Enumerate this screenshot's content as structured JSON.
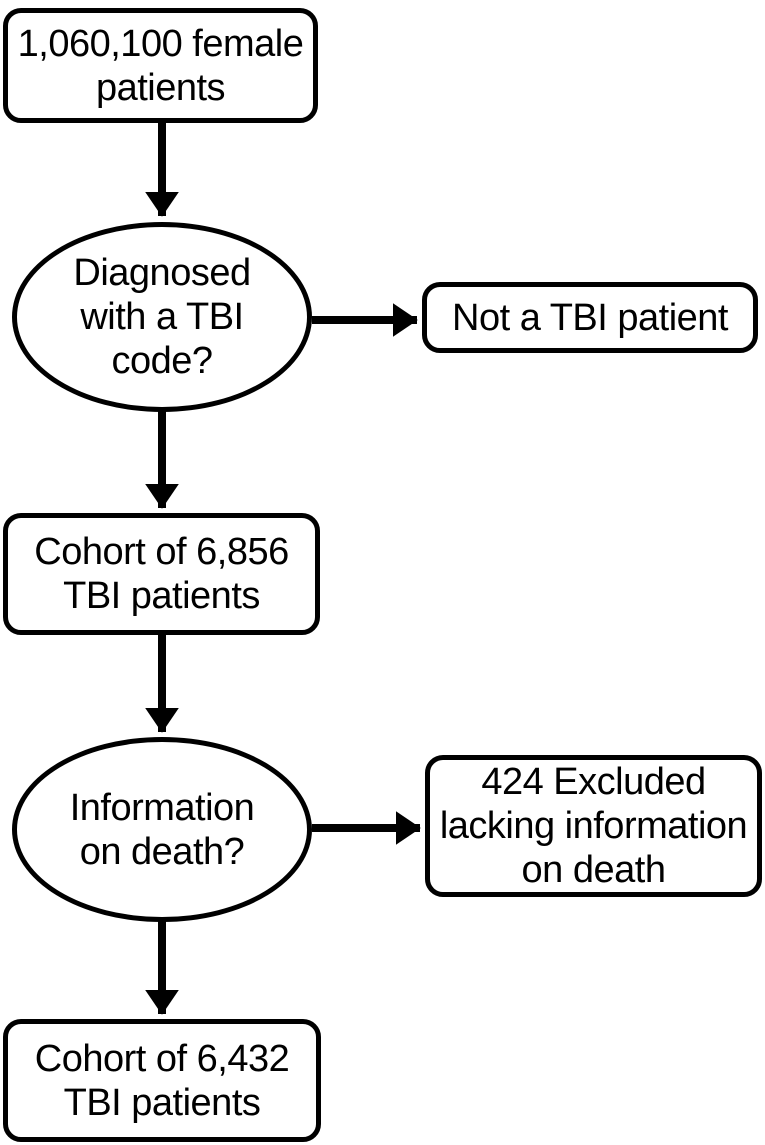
{
  "diagram": {
    "type": "flowchart",
    "colors": {
      "stroke": "#000000",
      "text": "#000000",
      "background": "#ffffff"
    },
    "nodes": {
      "start": {
        "shape": "rounded-box",
        "lines": [
          "1,060,100 female",
          "patients"
        ]
      },
      "decision_tbi": {
        "shape": "ellipse",
        "lines": [
          "Diagnosed",
          "with a TBI",
          "code?"
        ]
      },
      "not_tbi": {
        "shape": "rounded-box",
        "lines": [
          "Not a TBI patient"
        ]
      },
      "cohort_6856": {
        "shape": "rounded-box",
        "lines": [
          "Cohort of 6,856",
          "TBI patients"
        ]
      },
      "decision_death": {
        "shape": "ellipse",
        "lines": [
          "Information",
          "on death?"
        ]
      },
      "excluded_424": {
        "shape": "rounded-box",
        "lines": [
          "424 Excluded",
          "lacking information",
          "on death"
        ]
      },
      "cohort_6432": {
        "shape": "rounded-box",
        "lines": [
          "Cohort of 6,432",
          "TBI patients"
        ]
      }
    },
    "edges": [
      {
        "from": "start",
        "to": "decision_tbi",
        "direction": "down"
      },
      {
        "from": "decision_tbi",
        "to": "not_tbi",
        "direction": "right"
      },
      {
        "from": "decision_tbi",
        "to": "cohort_6856",
        "direction": "down"
      },
      {
        "from": "cohort_6856",
        "to": "decision_death",
        "direction": "down"
      },
      {
        "from": "decision_death",
        "to": "excluded_424",
        "direction": "right"
      },
      {
        "from": "decision_death",
        "to": "cohort_6432",
        "direction": "down"
      }
    ]
  }
}
